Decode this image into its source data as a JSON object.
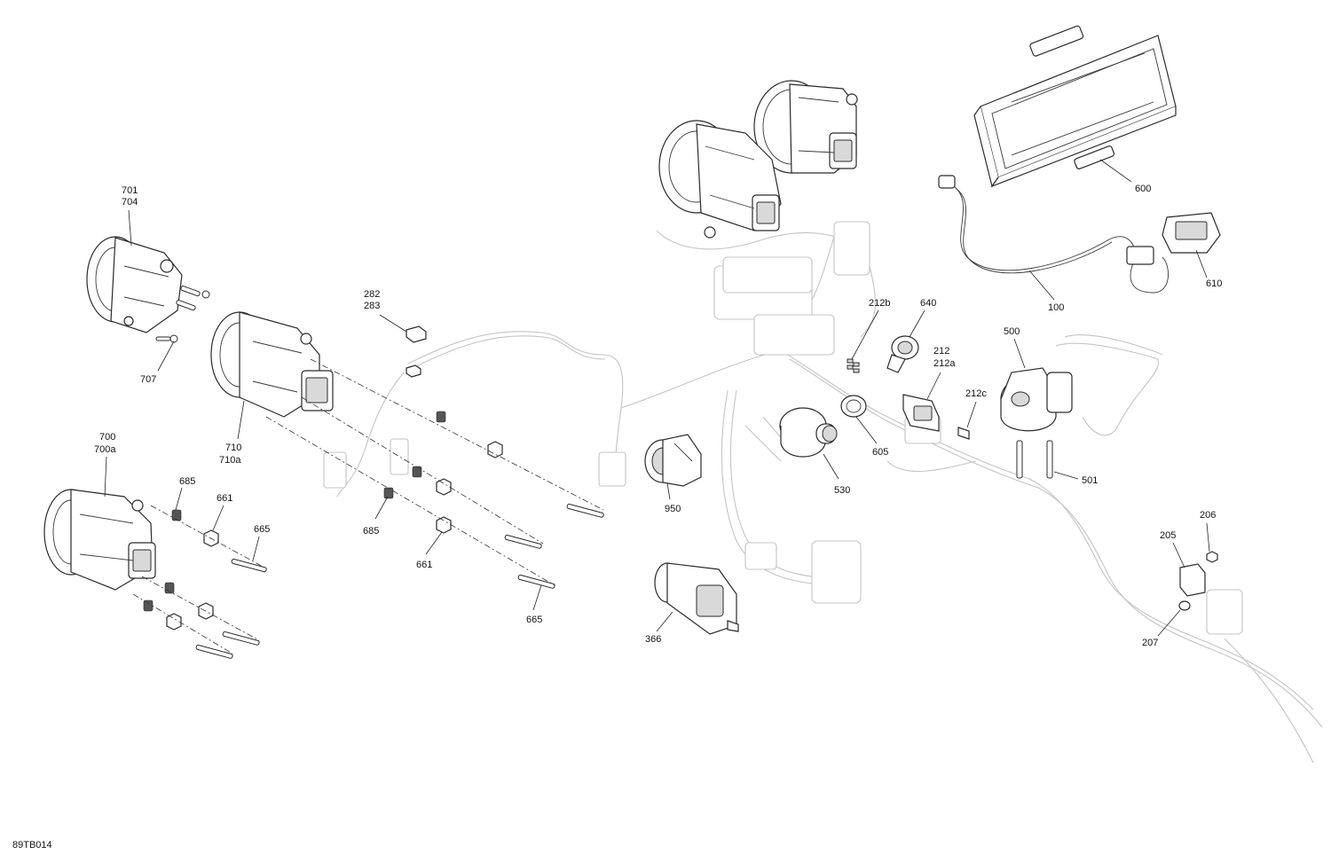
{
  "diagram": {
    "reference_code": "89TB014",
    "callouts": {
      "c701_704": [
        "701",
        "704"
      ],
      "c707": "707",
      "c710_710a": [
        "710",
        "710a"
      ],
      "c700_700a": [
        "700",
        "700a"
      ],
      "c685a": "685",
      "c661a": "661",
      "c665a": "665",
      "c685b": "685",
      "c661b": "661",
      "c665b": "665",
      "c282_283": [
        "282",
        "283"
      ],
      "c950": "950",
      "c366": "366",
      "c530": "530",
      "c605": "605",
      "c212b": "212b",
      "c640": "640",
      "c212_212a": [
        "212",
        "212a"
      ],
      "c212c": "212c",
      "c500": "500",
      "c501": "501",
      "c600": "600",
      "c100": "100",
      "c610": "610",
      "c205": "205",
      "c206": "206",
      "c207": "207"
    }
  }
}
